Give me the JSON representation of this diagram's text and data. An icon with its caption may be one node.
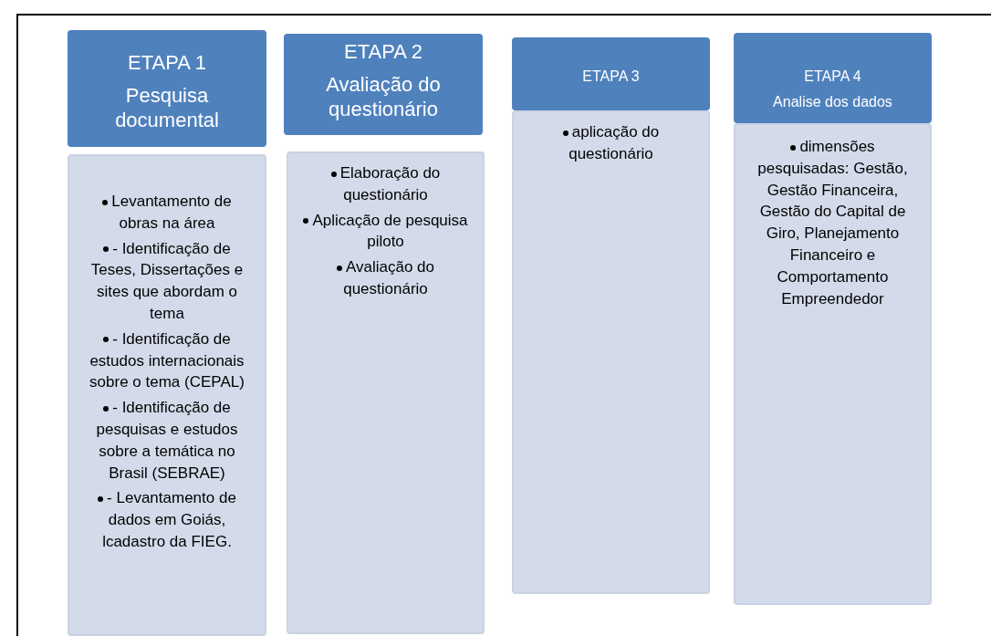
{
  "diagram": {
    "nodes": [
      {
        "text": [
          "ETAPA 1",
          "Pesquisa documental"
        ]
      },
      {
        "text": [
          "Levantamento de obras na área",
          "- Identificação de Teses, Dissertações e sites que abordam o tema",
          "- Identificação de estudos internacionais sobre o tema (CEPAL)",
          "- Identificação de pesquisas e estudos sobre a temática no Brasil (SEBRAE)",
          "- Levantamento  de dados em Goiás, lcadastro da FIEG."
        ]
      },
      {
        "text": [
          "ETAPA 2",
          "Avaliação do questionário"
        ]
      },
      {
        "text": [
          "Elaboração do questionário",
          "Aplicação de pesquisa piloto",
          "Avaliação do questionário"
        ]
      },
      {
        "text": [
          "ETAPA 3"
        ]
      },
      {
        "text": [
          "aplicação do questionário"
        ]
      },
      {
        "text": [
          "ETAPA 4",
          "Analise dos dados"
        ]
      },
      {
        "text": [
          "dimensões pesquisadas: Gestão, Gestão Financeira, Gestão do Capital de Giro, Planejamento Financeiro e Comportamento Empreendedor"
        ]
      }
    ]
  }
}
